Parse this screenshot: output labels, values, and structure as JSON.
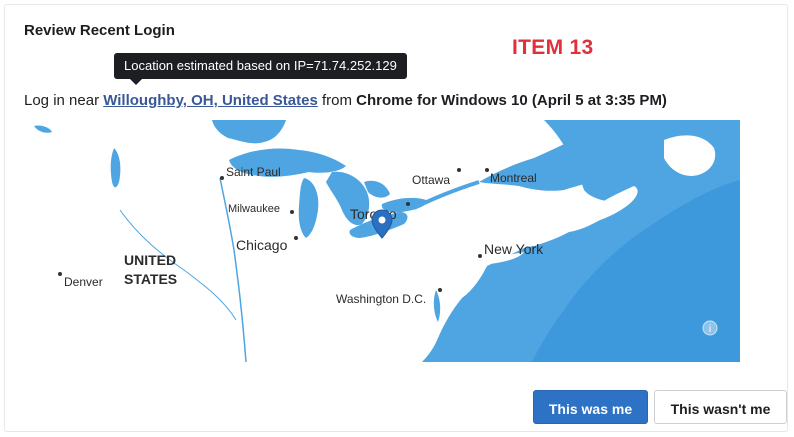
{
  "header": {
    "title": "Review Recent Login",
    "item_tag": "ITEM 13"
  },
  "tooltip": {
    "text": "Location estimated based on IP=71.74.252.129"
  },
  "login": {
    "prefix": "Log in near ",
    "location": "Willoughby, OH, United States",
    "middle": " from ",
    "browser": "Chrome for Windows 10",
    "time": " (April 5 at 3:35 PM)"
  },
  "map": {
    "labels": {
      "saint_paul": "Saint Paul",
      "milwaukee": "Milwaukee",
      "chicago": "Chicago",
      "united": "UNITED",
      "states": "STATES",
      "denver": "Denver",
      "toronto": "Toronto",
      "ottawa": "Ottawa",
      "montreal": "Montreal",
      "new_york": "New York",
      "washington": "Washington D.C."
    },
    "info_glyph": "i",
    "colors": {
      "land": "#ffffff",
      "water": "#4ea5e2",
      "ocean_deep": "#3d98dc",
      "marker": "#2a6fc0"
    }
  },
  "actions": {
    "confirm_label": "This was me",
    "deny_label": "This wasn't me"
  }
}
